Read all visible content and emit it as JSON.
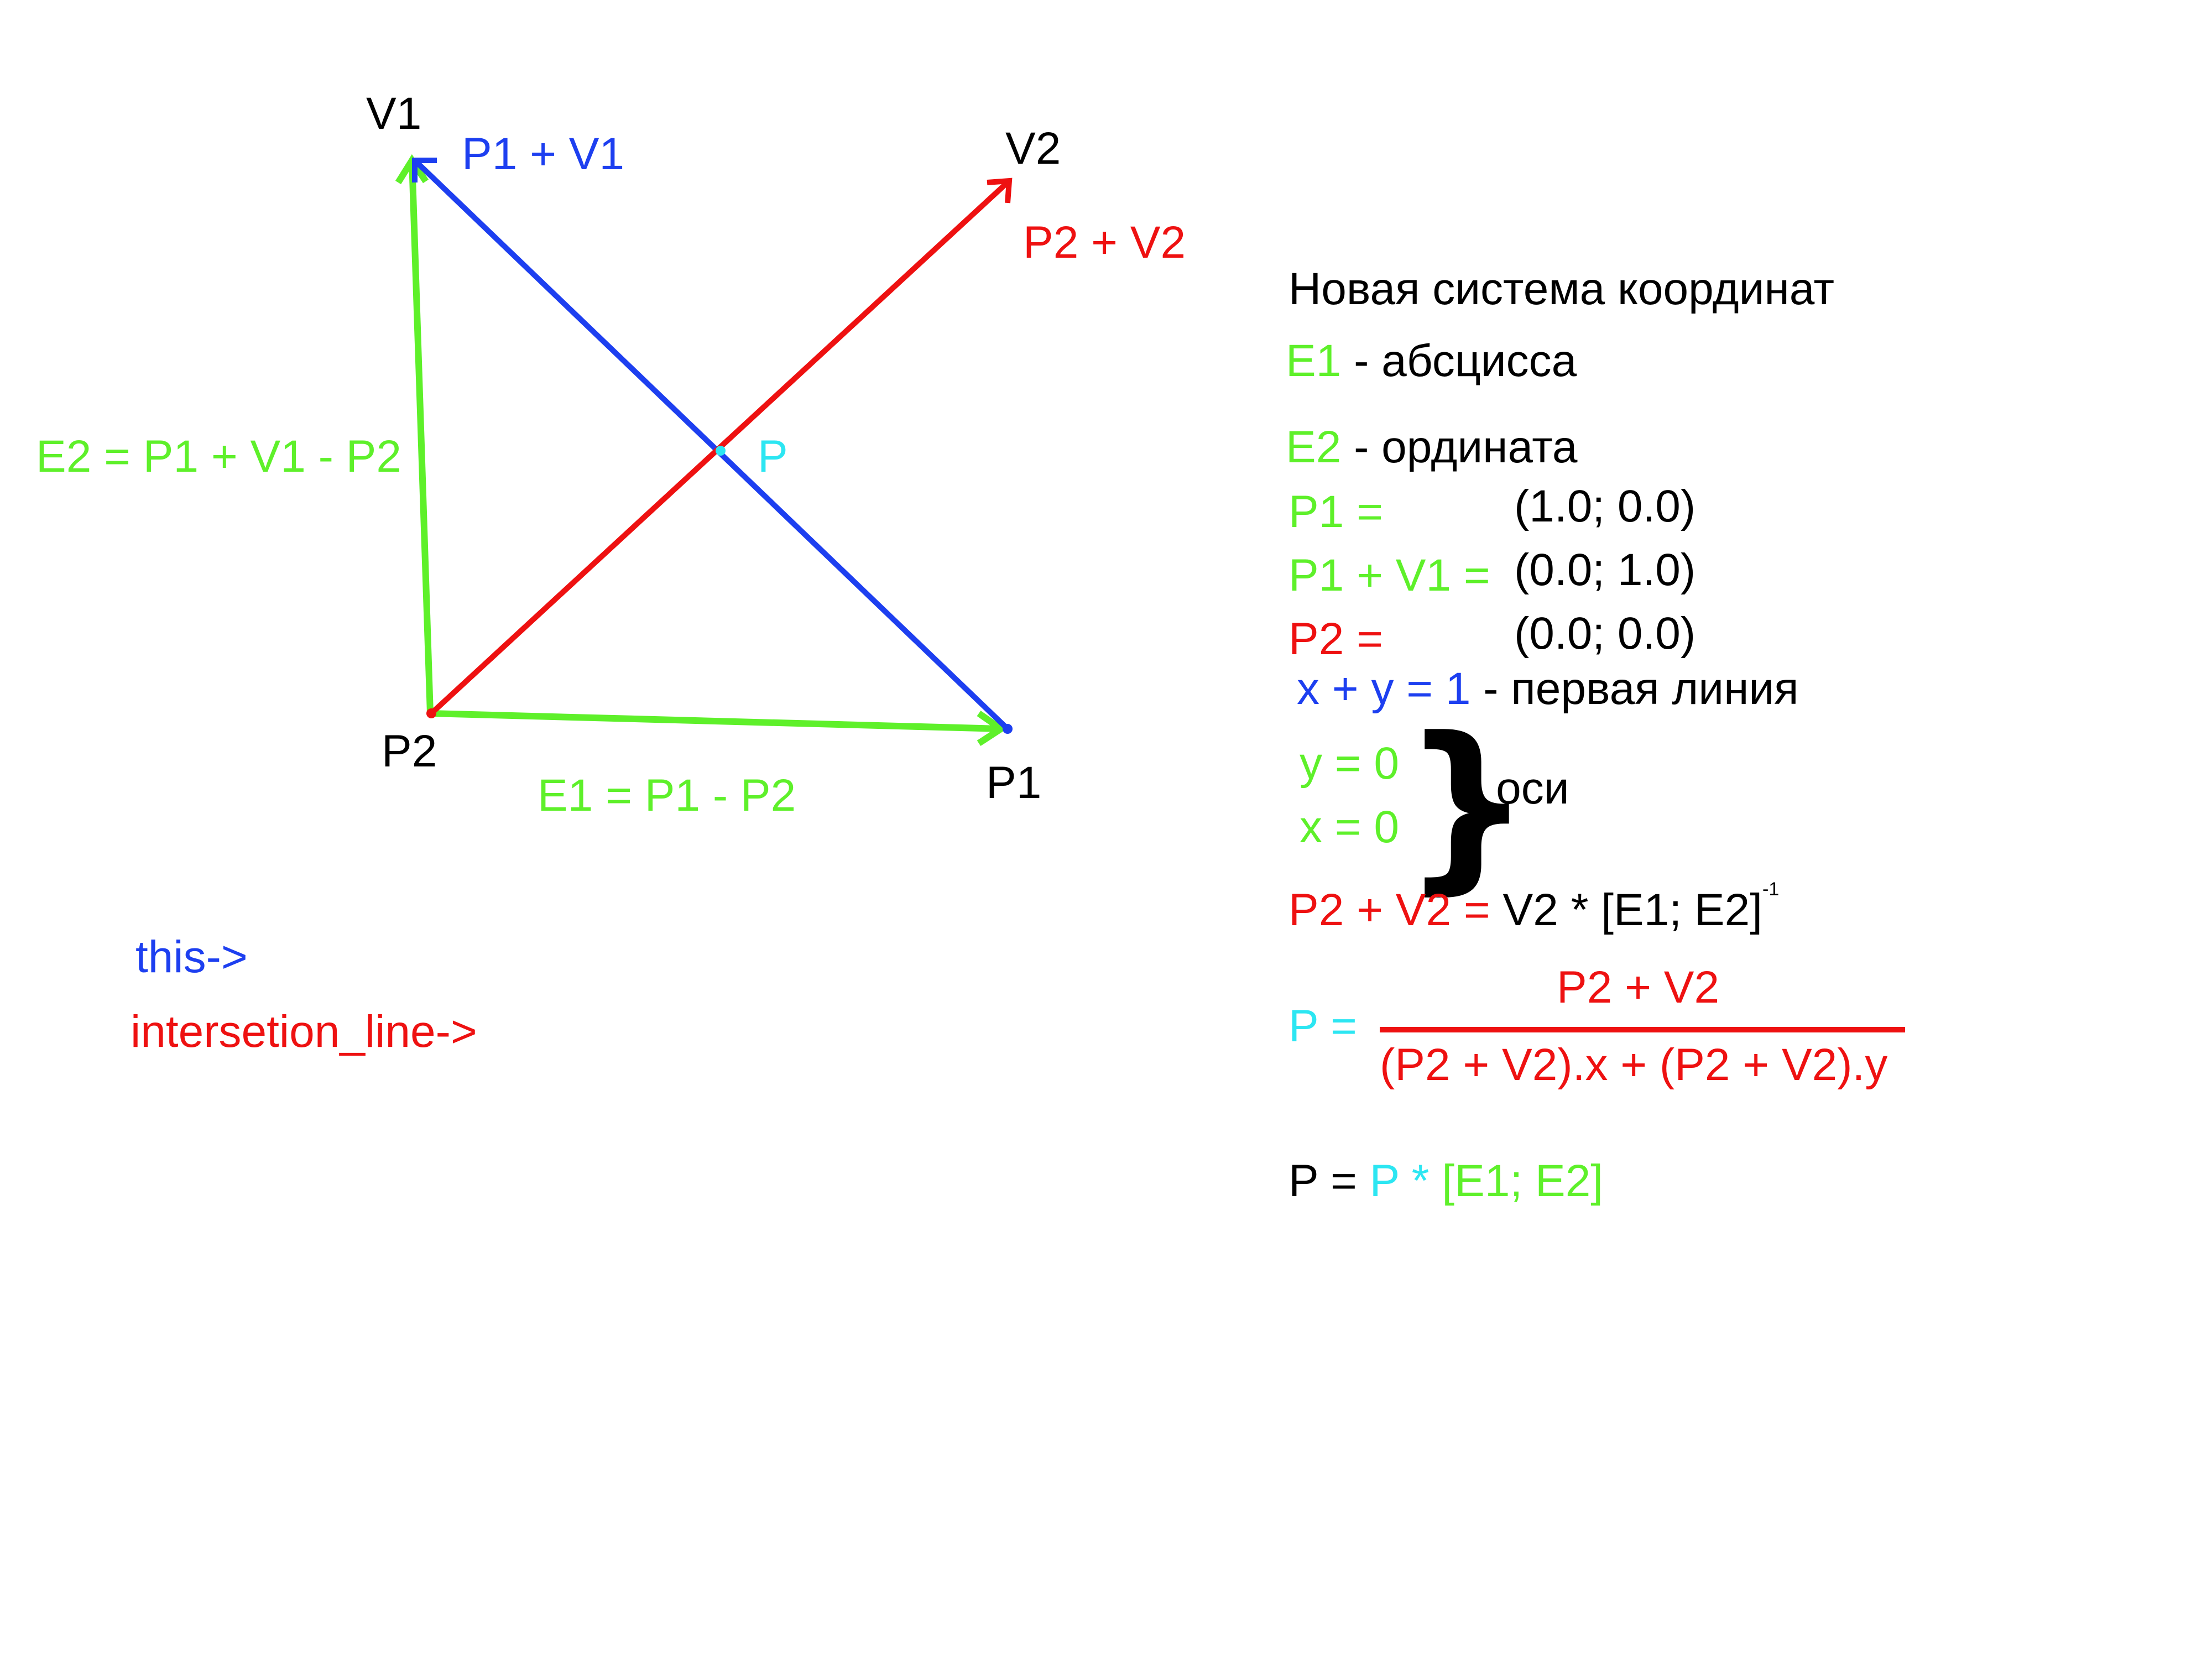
{
  "colors": {
    "green": "#5ef02a",
    "blue": "#1d3ff0",
    "red": "#ee1111",
    "cyan": "#2ce6f2",
    "black": "#000000"
  },
  "diagram": {
    "points": {
      "v1": "V1",
      "v2": "V2",
      "p1": "P1",
      "p2": "P2",
      "p": "P"
    },
    "line_labels": {
      "p1_plus_v1": "P1 + V1",
      "p2_plus_v2": "P2 + V2",
      "e2_def": "E2 = P1 + V1 - P2",
      "e1_def": "E1 = P1 - P2"
    },
    "legend": {
      "this": "this->",
      "intersection": "intersetion_line->"
    }
  },
  "notes": {
    "title": "Новая система координат",
    "e1_name": "E1",
    "e1_desc": " - абсцисса",
    "e2_name": "E2",
    "e2_desc": " - ордината",
    "p1_label": "P1 =",
    "p1_value": "(1.0; 0.0)",
    "p1v1_label": "P1 + V1 =",
    "p1v1_value": "(0.0; 1.0)",
    "p2_label": "P2 =",
    "p2_value": "(0.0; 0.0)",
    "line_eq": "x + y = 1",
    "line_desc": " - первая линия",
    "axis_y": "y = 0",
    "axis_x": "x = 0",
    "axes_desc": "- оси",
    "transform_lhs": "P2 + V2 =",
    "transform_rhs": " V2 * [E1; E2]",
    "transform_exp": "-1",
    "p_lhs": "P =",
    "p_num": "P2 + V2",
    "p_den": "(P2 + V2).x + (P2 + V2).y",
    "final_lhs": "P = ",
    "final_p": "P * ",
    "final_basis": "[E1; E2]"
  }
}
